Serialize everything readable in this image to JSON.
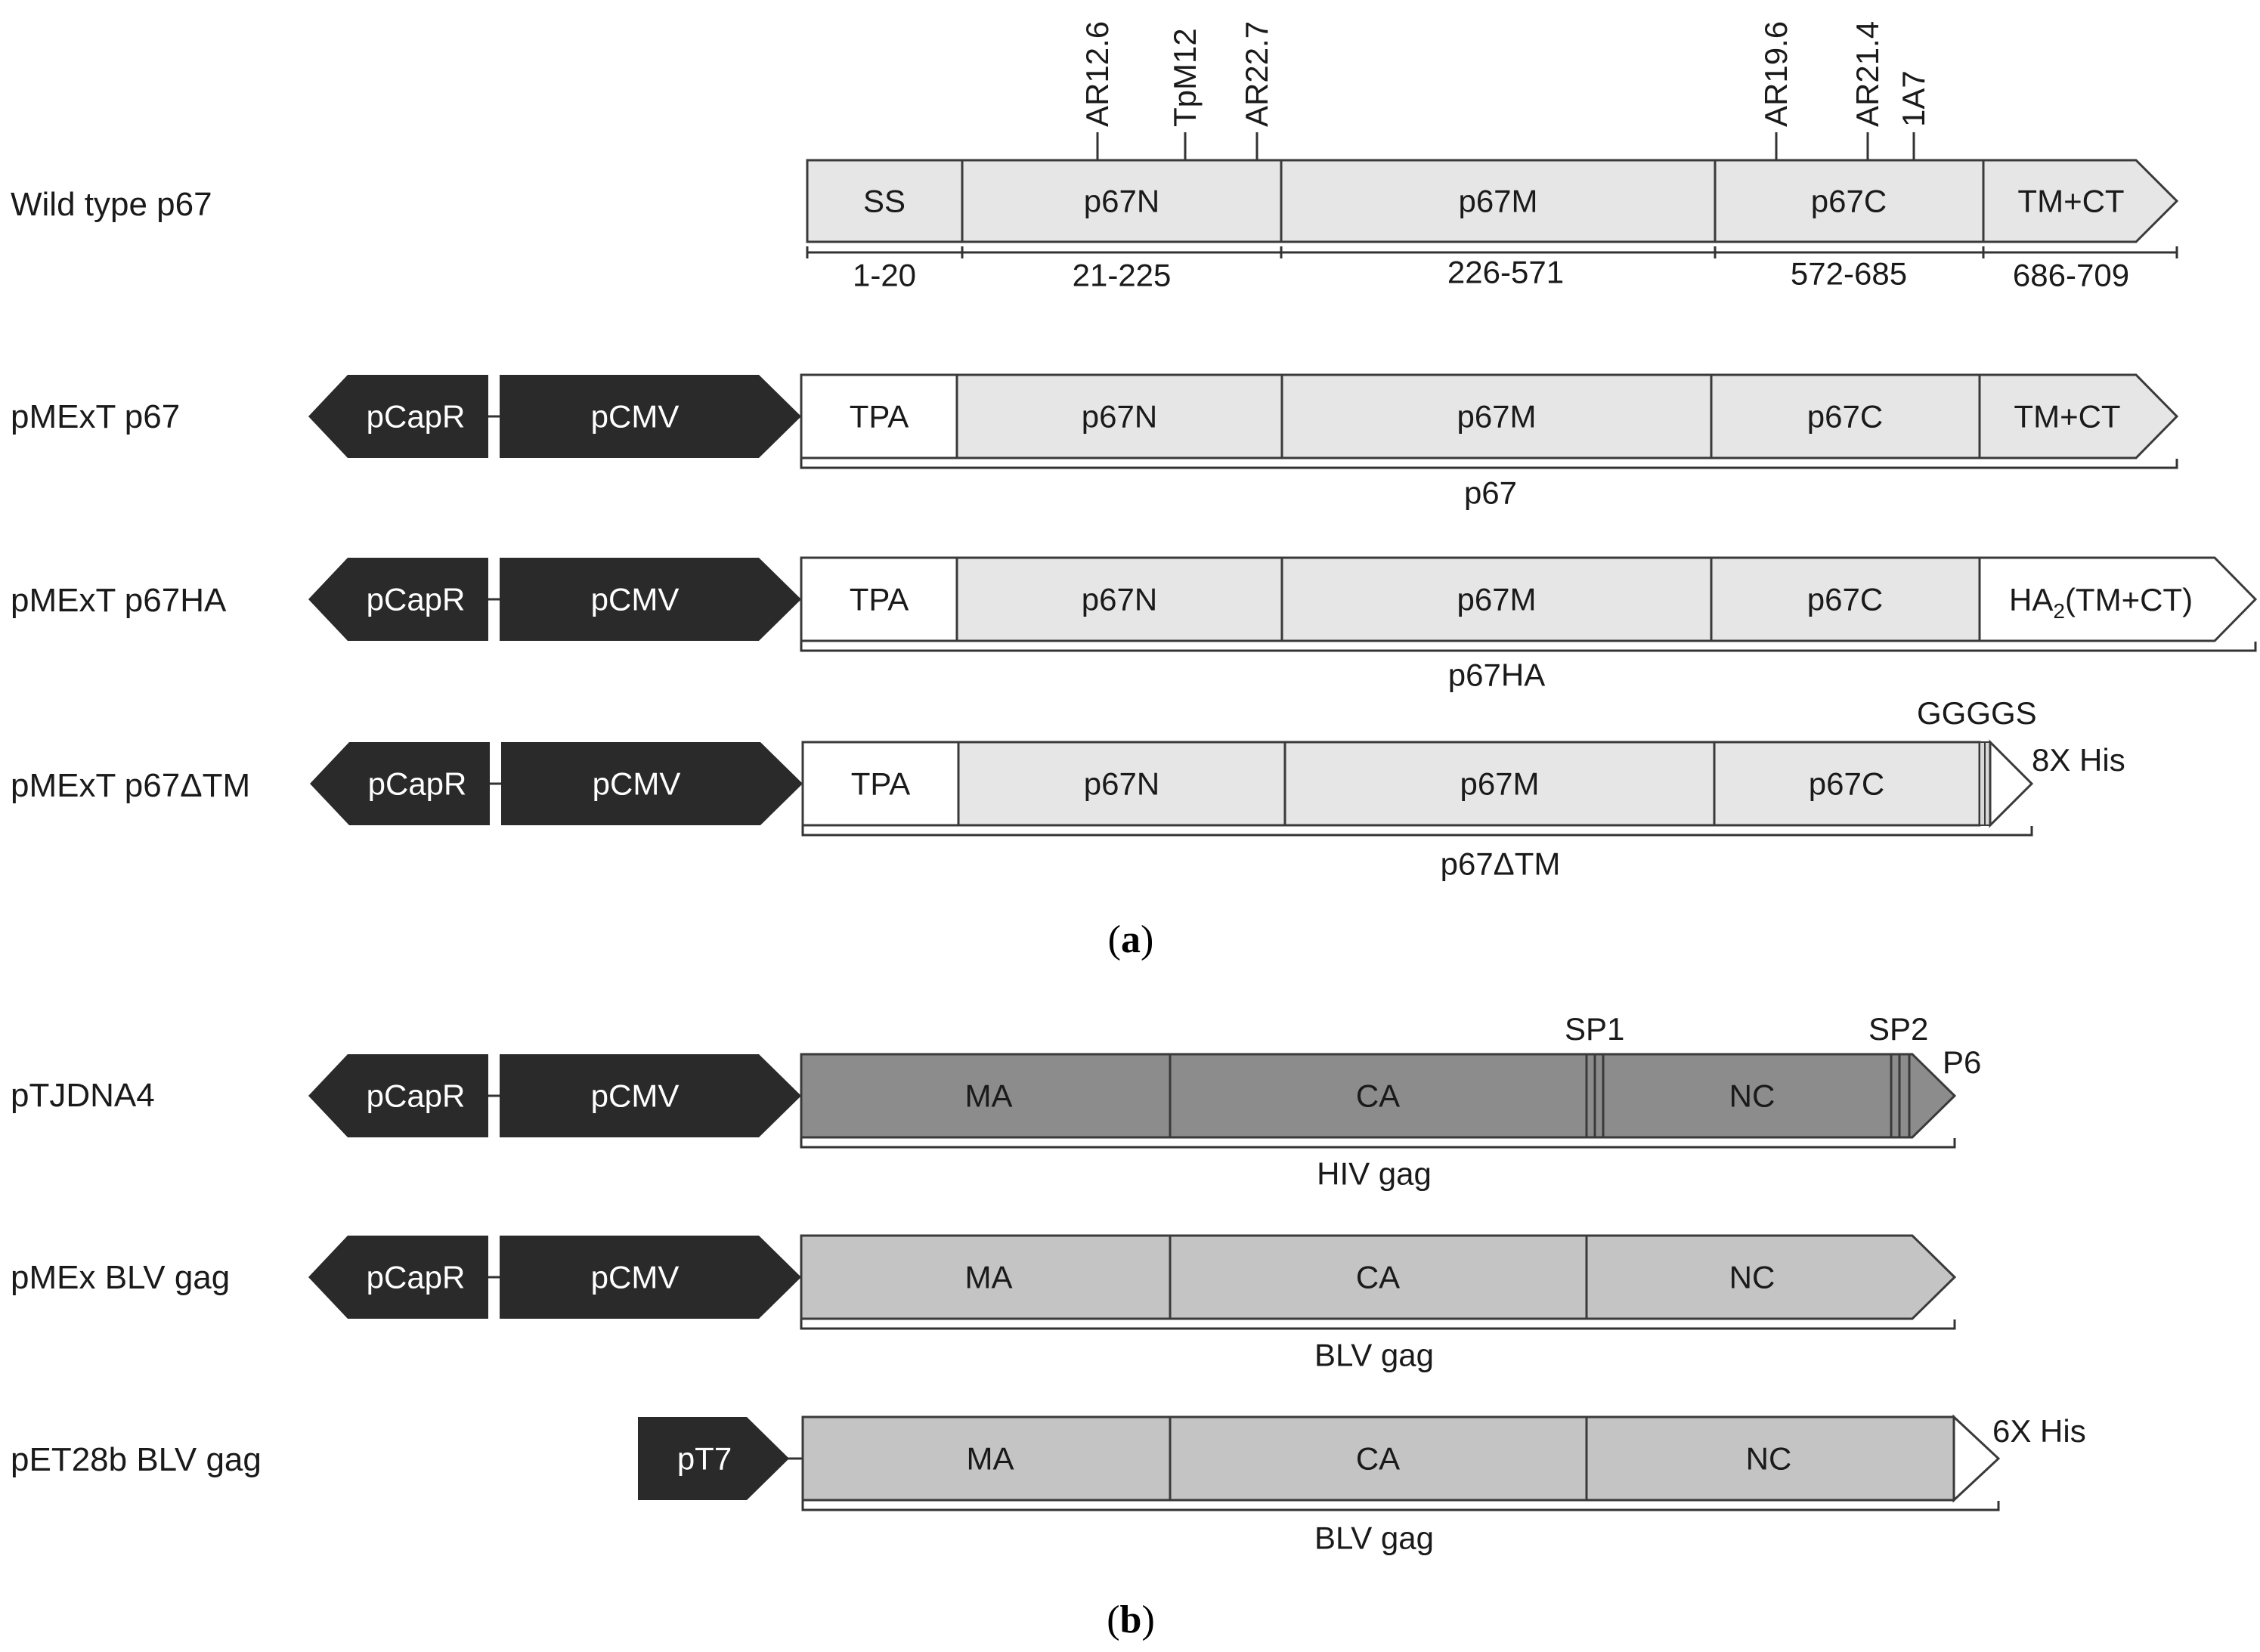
{
  "colors": {
    "light": "#e6e6e6",
    "white": "#ffffff",
    "dark": "#2a2a2a",
    "hiv": "#8c8c8c",
    "blv": "#c4c4c4",
    "stroke": "#3a3a3a"
  },
  "panels": {
    "a": "a",
    "b": "b"
  },
  "rows": [
    {
      "label": "Wild type p67",
      "segments": [
        {
          "label": "SS",
          "fill": "light"
        },
        {
          "label": "p67N",
          "fill": "light"
        },
        {
          "label": "p67M",
          "fill": "light"
        },
        {
          "label": "p67C",
          "fill": "light"
        },
        {
          "label": "TM+CT",
          "fill": "light",
          "arrow": true
        }
      ],
      "ranges": [
        "1-20",
        "21-225",
        "226-571",
        "572-685",
        "686-709"
      ],
      "epitopes": [
        "AR12.6",
        "TpM12",
        "AR22.7",
        "AR19.6",
        "AR21.4",
        "1A7"
      ]
    },
    {
      "label": "pMExT p67",
      "promoters": [
        "pCapR",
        "pCMV"
      ],
      "segments": [
        {
          "label": "TPA",
          "fill": "white"
        },
        {
          "label": "p67N",
          "fill": "light"
        },
        {
          "label": "p67M",
          "fill": "light"
        },
        {
          "label": "p67C",
          "fill": "light"
        },
        {
          "label": "TM+CT",
          "fill": "light",
          "arrow": true
        }
      ],
      "bracket": "p67"
    },
    {
      "label": "pMExT p67HA",
      "promoters": [
        "pCapR",
        "pCMV"
      ],
      "segments": [
        {
          "label": "TPA",
          "fill": "white"
        },
        {
          "label": "p67N",
          "fill": "light"
        },
        {
          "label": "p67M",
          "fill": "light"
        },
        {
          "label": "p67C",
          "fill": "light"
        },
        {
          "label": "HA",
          "sub": "2",
          "suffix": "(TM+CT)",
          "fill": "white",
          "arrow": true
        }
      ],
      "bracket": "p67HA"
    },
    {
      "label": "pMExT p67ΔTM",
      "promoters": [
        "pCapR",
        "pCMV"
      ],
      "segments": [
        {
          "label": "TPA",
          "fill": "white"
        },
        {
          "label": "p67N",
          "fill": "light"
        },
        {
          "label": "p67M",
          "fill": "light"
        },
        {
          "label": "p67C",
          "fill": "light"
        },
        {
          "label": "",
          "fill": "white",
          "arrow": true
        }
      ],
      "linker": "GGGGS",
      "tag": "8X His",
      "bracket": "p67ΔTM"
    },
    {
      "label": "pTJDNA4",
      "promoters": [
        "pCapR",
        "pCMV"
      ],
      "segments": [
        {
          "label": "MA",
          "fill": "hiv"
        },
        {
          "label": "CA",
          "fill": "hiv"
        },
        {
          "label": "NC",
          "fill": "hiv",
          "arrow": true
        }
      ],
      "markers": [
        "SP1",
        "SP2",
        "P6"
      ],
      "bracket": "HIV gag"
    },
    {
      "label": "pMEx BLV gag",
      "promoters": [
        "pCapR",
        "pCMV"
      ],
      "segments": [
        {
          "label": "MA",
          "fill": "blv"
        },
        {
          "label": "CA",
          "fill": "blv"
        },
        {
          "label": "NC",
          "fill": "blv",
          "arrow": true
        }
      ],
      "bracket": "BLV gag"
    },
    {
      "label": "pET28b BLV gag",
      "promoters": [
        "pT7"
      ],
      "segments": [
        {
          "label": "MA",
          "fill": "blv"
        },
        {
          "label": "CA",
          "fill": "blv"
        },
        {
          "label": "NC",
          "fill": "blv"
        },
        {
          "label": "",
          "fill": "white",
          "arrow": true
        }
      ],
      "tag": "6X His",
      "bracket": "BLV gag"
    }
  ]
}
